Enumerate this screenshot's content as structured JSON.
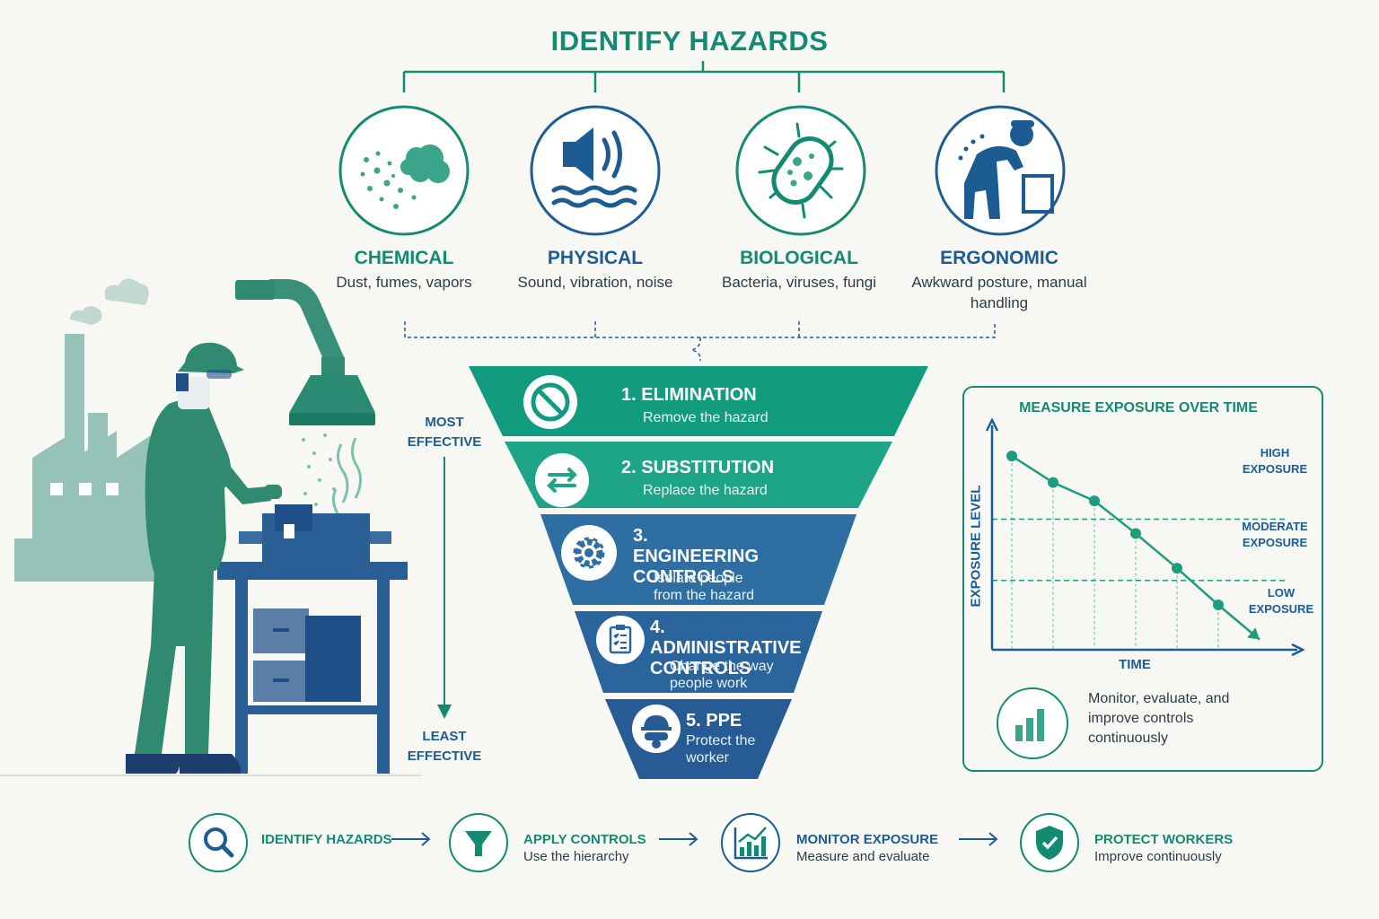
{
  "title": "IDENTIFY HAZARDS",
  "hazards": [
    {
      "name": "CHEMICAL",
      "desc": "Dust, fumes, vapors",
      "icon": "cloud-particles-icon",
      "color": "#138a72"
    },
    {
      "name": "PHYSICAL",
      "desc": "Sound, vibration, noise",
      "icon": "speaker-waves-icon",
      "color": "#1d5b93"
    },
    {
      "name": "BIOLOGICAL",
      "desc": "Bacteria, viruses, fungi",
      "icon": "bacteria-icon",
      "color": "#138a72"
    },
    {
      "name": "ERGONOMIC",
      "desc": "Awkward posture, manual handling",
      "icon": "lifting-worker-icon",
      "color": "#1d5b93"
    }
  ],
  "effectiveness": {
    "most": "MOST EFFECTIVE",
    "least": "LEAST EFFECTIVE"
  },
  "hierarchy": [
    {
      "title": "1. ELIMINATION",
      "desc": "Remove the hazard",
      "icon": "prohibited-icon",
      "color": "#139b80"
    },
    {
      "title": "2. SUBSTITUTION",
      "desc": "Replace the hazard",
      "icon": "swap-arrows-icon",
      "color": "#1ea486"
    },
    {
      "title": "3. ENGINEERING CONTROLS",
      "desc": "Isolate people from the hazard",
      "icon": "gear-icon",
      "color": "#2f6ea3"
    },
    {
      "title": "4. ADMINISTRATIVE CONTROLS",
      "desc": "Change the way people work",
      "icon": "clipboard-checklist-icon",
      "color": "#2a649c"
    },
    {
      "title": "5. PPE",
      "desc": "Protect the worker",
      "icon": "hardhat-goggles-icon",
      "color": "#275b95"
    }
  ],
  "monitor_panel": {
    "title": "MEASURE EXPOSURE OVER TIME",
    "text": "Monitor, evaluate, and improve controls continuously",
    "icon": "bar-chart-icon"
  },
  "chart_data": {
    "type": "line",
    "title": "MEASURE EXPOSURE OVER TIME",
    "xlabel": "TIME",
    "ylabel": "EXPOSURE LEVEL",
    "series": [
      {
        "values": [
          95,
          82,
          73,
          57,
          40,
          22,
          5
        ]
      }
    ],
    "ylim": [
      0,
      110
    ],
    "thresholds": [
      {
        "value": 64,
        "label": "HIGH EXPOSURE"
      },
      {
        "value": 34,
        "label": "MODERATE EXPOSURE"
      }
    ],
    "zones": [
      "HIGH EXPOSURE",
      "MODERATE EXPOSURE",
      "LOW EXPOSURE"
    ],
    "grid": false,
    "colors": {
      "line": "#1e9c7e",
      "axis": "#1d5b93",
      "threshold": "#1e9c7e"
    }
  },
  "steps": [
    {
      "title": "IDENTIFY HAZARDS",
      "sub": "",
      "icon": "magnifier-icon"
    },
    {
      "title": "APPLY CONTROLS",
      "sub": "Use the hierarchy",
      "icon": "funnel-icon"
    },
    {
      "title": "MONITOR EXPOSURE",
      "sub": "Measure and evaluate",
      "icon": "trend-chart-icon"
    },
    {
      "title": "PROTECT WORKERS",
      "sub": "Improve continuously",
      "icon": "shield-check-icon"
    }
  ],
  "colors": {
    "accent": "#138a72",
    "brand_blue": "#1d5b93",
    "background": "#f7f8f4"
  }
}
